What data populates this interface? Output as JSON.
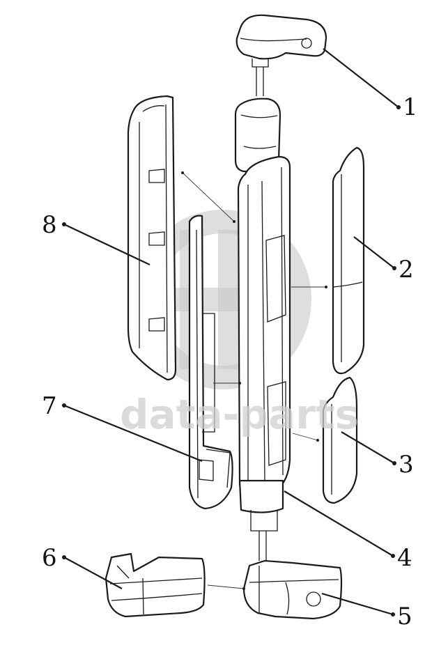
{
  "callouts": [
    {
      "number": "1"
    },
    {
      "number": "2"
    },
    {
      "number": "3"
    },
    {
      "number": "4"
    },
    {
      "number": "5"
    },
    {
      "number": "6"
    },
    {
      "number": "7"
    },
    {
      "number": "8"
    }
  ],
  "watermark": {
    "text": "data-parts"
  }
}
